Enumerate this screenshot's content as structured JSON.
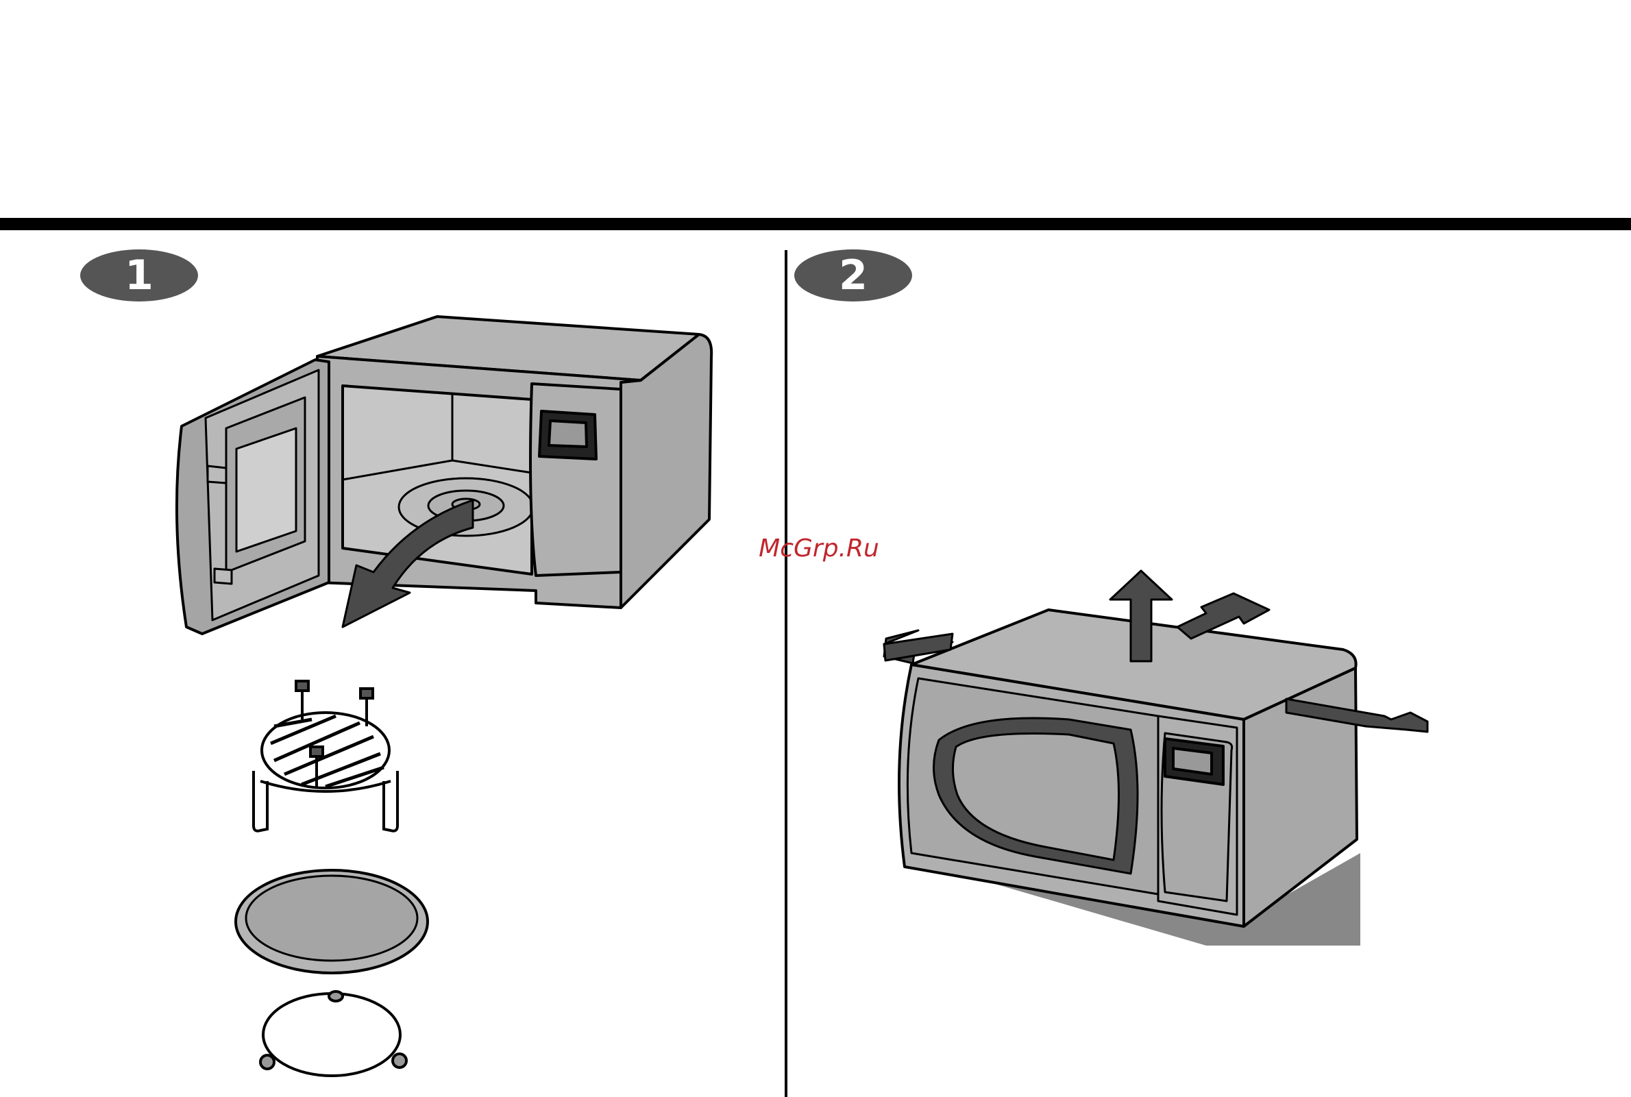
{
  "watermark": "McGrp.Ru",
  "steps": [
    {
      "number": "1"
    },
    {
      "number": "2"
    }
  ],
  "colors": {
    "appliance": "#ababab",
    "outline": "#000000",
    "arrow": "#4a4a4a",
    "watermark": "#c0272d",
    "badge": "#555555",
    "shadow": "#888888"
  }
}
